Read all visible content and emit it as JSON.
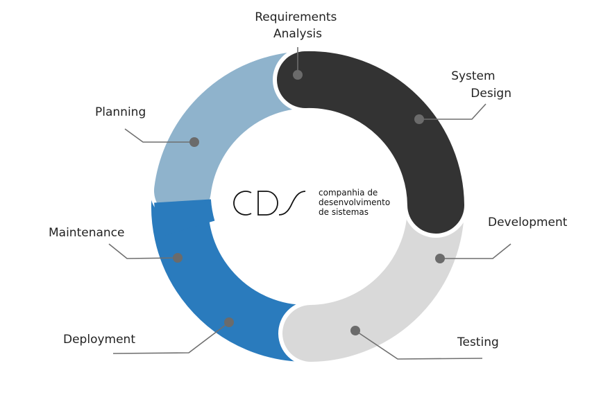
{
  "stages": [
    {
      "id": "requirements",
      "label_lines": [
        "Requirements",
        "Analysis"
      ],
      "color": "#8fb3cc"
    },
    {
      "id": "system-design",
      "label_lines": [
        "System",
        "Design"
      ],
      "color": "#333333"
    },
    {
      "id": "development",
      "label_lines": [
        "Development"
      ],
      "color": "#d9d9d9"
    },
    {
      "id": "testing",
      "label_lines": [
        "Testing"
      ],
      "color": "#d9d9d9"
    },
    {
      "id": "deployment",
      "label_lines": [
        "Deployment"
      ],
      "color": "#2a7bbd"
    },
    {
      "id": "maintenance",
      "label_lines": [
        "Maintenance"
      ],
      "color": "#2a7bbd"
    },
    {
      "id": "planning",
      "label_lines": [
        "Planning"
      ],
      "color": "#8fb3cc"
    }
  ],
  "logo": {
    "mark": "CDS",
    "tagline": [
      "companhia de",
      "desenvolvimento",
      "de sistemas"
    ]
  }
}
